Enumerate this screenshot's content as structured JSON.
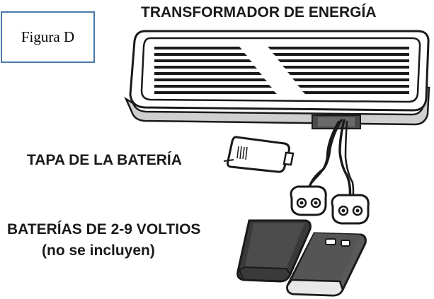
{
  "figure": {
    "label": "Figura D"
  },
  "labels": {
    "transformer": "TRANSFORMADOR DE ENERGÍA",
    "battery_cover": "TAPA DE LA BATERÍA",
    "batteries": "BATERÍAS DE 2-9 VOLTIOS",
    "batteries_note": "(no se incluyen)"
  },
  "colors": {
    "ink": "#1a1a1a",
    "frame": "#4a79a8",
    "battery_dark": "#3a3a3a",
    "battery_light": "#e8e8e8"
  }
}
